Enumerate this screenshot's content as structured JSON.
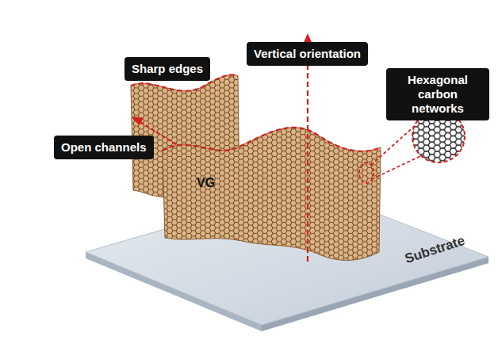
{
  "diagram": {
    "nodes": [
      {
        "text": [
          "Sharp edges"
        ]
      },
      {
        "text": [
          "Vertical orientation"
        ]
      },
      {
        "text": [
          "Hexagonal carbon networks"
        ]
      },
      {
        "text": [
          "Open channels"
        ]
      }
    ],
    "labels": [
      "VG",
      "Substrate"
    ]
  }
}
